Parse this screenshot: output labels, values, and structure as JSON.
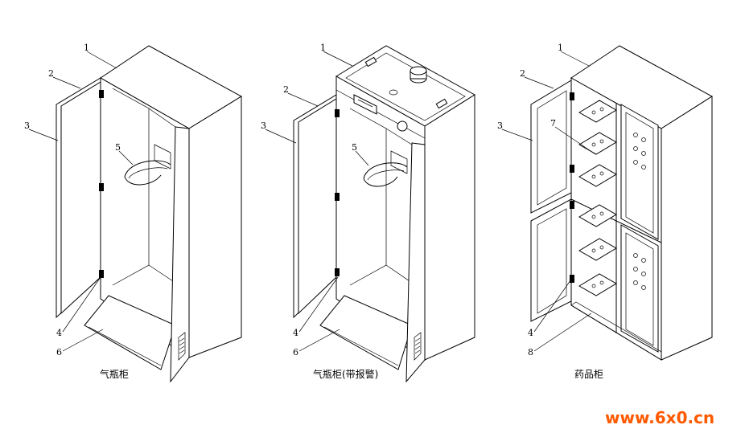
{
  "figure": {
    "panels": [
      {
        "caption": "气瓶柜",
        "labels": [
          "1",
          "2",
          "3",
          "5",
          "4",
          "6"
        ]
      },
      {
        "caption": "气瓶柜(带报警)",
        "labels": [
          "1",
          "2",
          "3",
          "5",
          "4",
          "6"
        ]
      },
      {
        "caption": "药品柜",
        "labels": [
          "1",
          "2",
          "3",
          "7",
          "4",
          "8"
        ]
      }
    ]
  },
  "watermark": "www.6x0.cn",
  "colors": {
    "line": "#000000",
    "watermark": "#ff5a00",
    "background": "#ffffff"
  }
}
